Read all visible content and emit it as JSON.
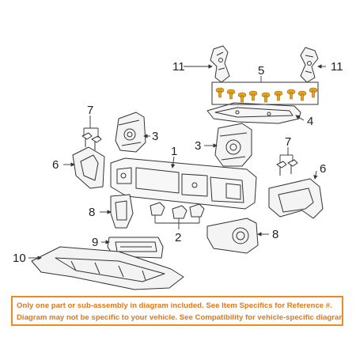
{
  "callouts": {
    "c1": "1",
    "c2": "2",
    "c3_left": "3",
    "c3_right": "3",
    "c4": "4",
    "c5": "5",
    "c6_left": "6",
    "c6_right": "6",
    "c7_left": "7",
    "c7_right": "7",
    "c8_left": "8",
    "c8_right": "8",
    "c9": "9",
    "c10": "10",
    "c11_left": "11",
    "c11_right": "11"
  },
  "disclaimer": {
    "line1": "Only one part or sub-assembly in diagram included. See Item Specifics for Reference #.",
    "line2": "Diagram may not be specific to your vehicle. See Compatibility for vehicle-specific diagrams."
  },
  "colors": {
    "bolt_gold": "#e8a21a",
    "disclaimer_orange": "#f08a1c",
    "line": "#333333"
  }
}
